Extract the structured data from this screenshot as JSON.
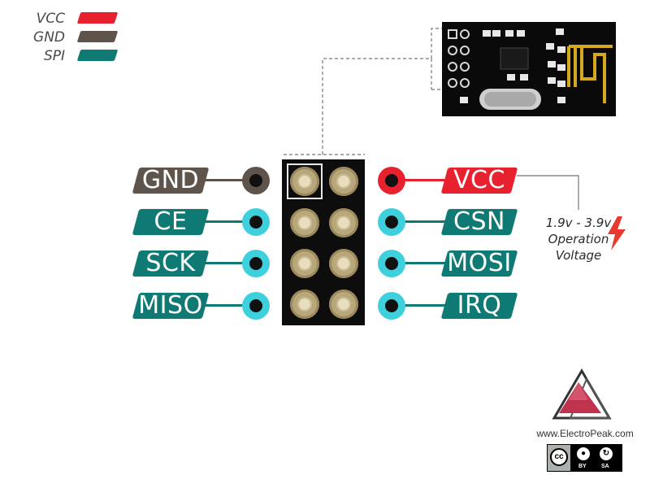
{
  "legend": [
    {
      "label": "VCC",
      "color": "#e8212f"
    },
    {
      "label": "GND",
      "color": "#5e544b"
    },
    {
      "label": "SPI",
      "color": "#0f7a73"
    }
  ],
  "pins_left": [
    {
      "label": "GND",
      "type": "GND"
    },
    {
      "label": "CE",
      "type": "SPI"
    },
    {
      "label": "SCK",
      "type": "SPI"
    },
    {
      "label": "MISO",
      "type": "SPI"
    }
  ],
  "pins_right": [
    {
      "label": "VCC",
      "type": "VCC"
    },
    {
      "label": "CSN",
      "type": "SPI"
    },
    {
      "label": "MOSI",
      "type": "SPI"
    },
    {
      "label": "IRQ",
      "type": "SPI"
    }
  ],
  "colors": {
    "vcc": "#e8212f",
    "gnd": "#5e544b",
    "spi": "#0f7a73",
    "spi_dot": "#3fd0dd",
    "gnd_dot": "#5e544b",
    "vcc_dot": "#e8212f",
    "lightning": "#e83a2e",
    "logo": "#c0334f"
  },
  "voltage_note": {
    "range": "1.9v - 3.9v",
    "line2": "Operation",
    "line3": "Voltage"
  },
  "branding": {
    "site": "www.ElectroPeak.com",
    "cc": "cc",
    "by": "BY",
    "sa": "SA"
  },
  "icons": {
    "lightning": "lightning-icon",
    "logo": "electropeak-logo-icon",
    "cc": "creative-commons-icon"
  }
}
